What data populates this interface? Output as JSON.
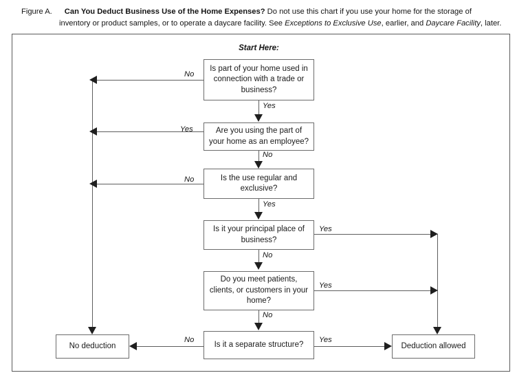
{
  "caption": {
    "figure_label": "Figure A.",
    "title": "Can You Deduct Business Use of the Home Expenses?",
    "body_part_1": "Do not use this chart if you use your home for the storage of",
    "line2_part_1": "inventory or product samples, or to operate a daycare facility. See ",
    "line2_italic_1": "Exceptions to Exclusive Use",
    "line2_part_2": ", earlier, and ",
    "line2_italic_2": "Daycare Facility",
    "line2_part_3": ", later."
  },
  "flowchart": {
    "start_here_label": "Start Here:",
    "nodes": [
      {
        "id": "start",
        "text": "Is part of your home used in connection with a trade or business?"
      },
      {
        "id": "employee",
        "text": "Are you using the part of your home as an employee?"
      },
      {
        "id": "regular",
        "text": "Is the use regular and exclusive?"
      },
      {
        "id": "principal",
        "text": "Is it your principal place of business?"
      },
      {
        "id": "patients",
        "text": "Do you meet patients, clients, or customers in your home?"
      },
      {
        "id": "separate",
        "text": "Is it a separate structure?"
      },
      {
        "id": "no_deduction",
        "text": "No deduction"
      },
      {
        "id": "deduction_allowed",
        "text": "Deduction allowed"
      }
    ],
    "edges": [
      {
        "id": "start_no",
        "label": "No",
        "from": "start",
        "to": "no_deduction"
      },
      {
        "id": "start_yes",
        "label": "Yes",
        "from": "start",
        "to": "employee"
      },
      {
        "id": "employee_yes",
        "label": "Yes",
        "from": "employee",
        "to": "no_deduction"
      },
      {
        "id": "employee_no",
        "label": "No",
        "from": "employee",
        "to": "regular"
      },
      {
        "id": "regular_no",
        "label": "No",
        "from": "regular",
        "to": "no_deduction"
      },
      {
        "id": "regular_yes",
        "label": "Yes",
        "from": "regular",
        "to": "principal"
      },
      {
        "id": "principal_yes",
        "label": "Yes",
        "from": "principal",
        "to": "deduction_allowed"
      },
      {
        "id": "principal_no",
        "label": "No",
        "from": "principal",
        "to": "patients"
      },
      {
        "id": "patients_yes",
        "label": "Yes",
        "from": "patients",
        "to": "deduction_allowed"
      },
      {
        "id": "patients_no",
        "label": "No",
        "from": "patients",
        "to": "separate"
      },
      {
        "id": "separate_no",
        "label": "No",
        "from": "separate",
        "to": "no_deduction"
      },
      {
        "id": "separate_yes",
        "label": "Yes",
        "from": "separate",
        "to": "deduction_allowed"
      }
    ]
  },
  "colors": {
    "frame_border": "#5a5a5a",
    "box_border": "#6b6b6b",
    "line": "#5d5d5d",
    "arrow": "#1f1f1f",
    "text": "#1a1a1a",
    "background": "#ffffff"
  }
}
